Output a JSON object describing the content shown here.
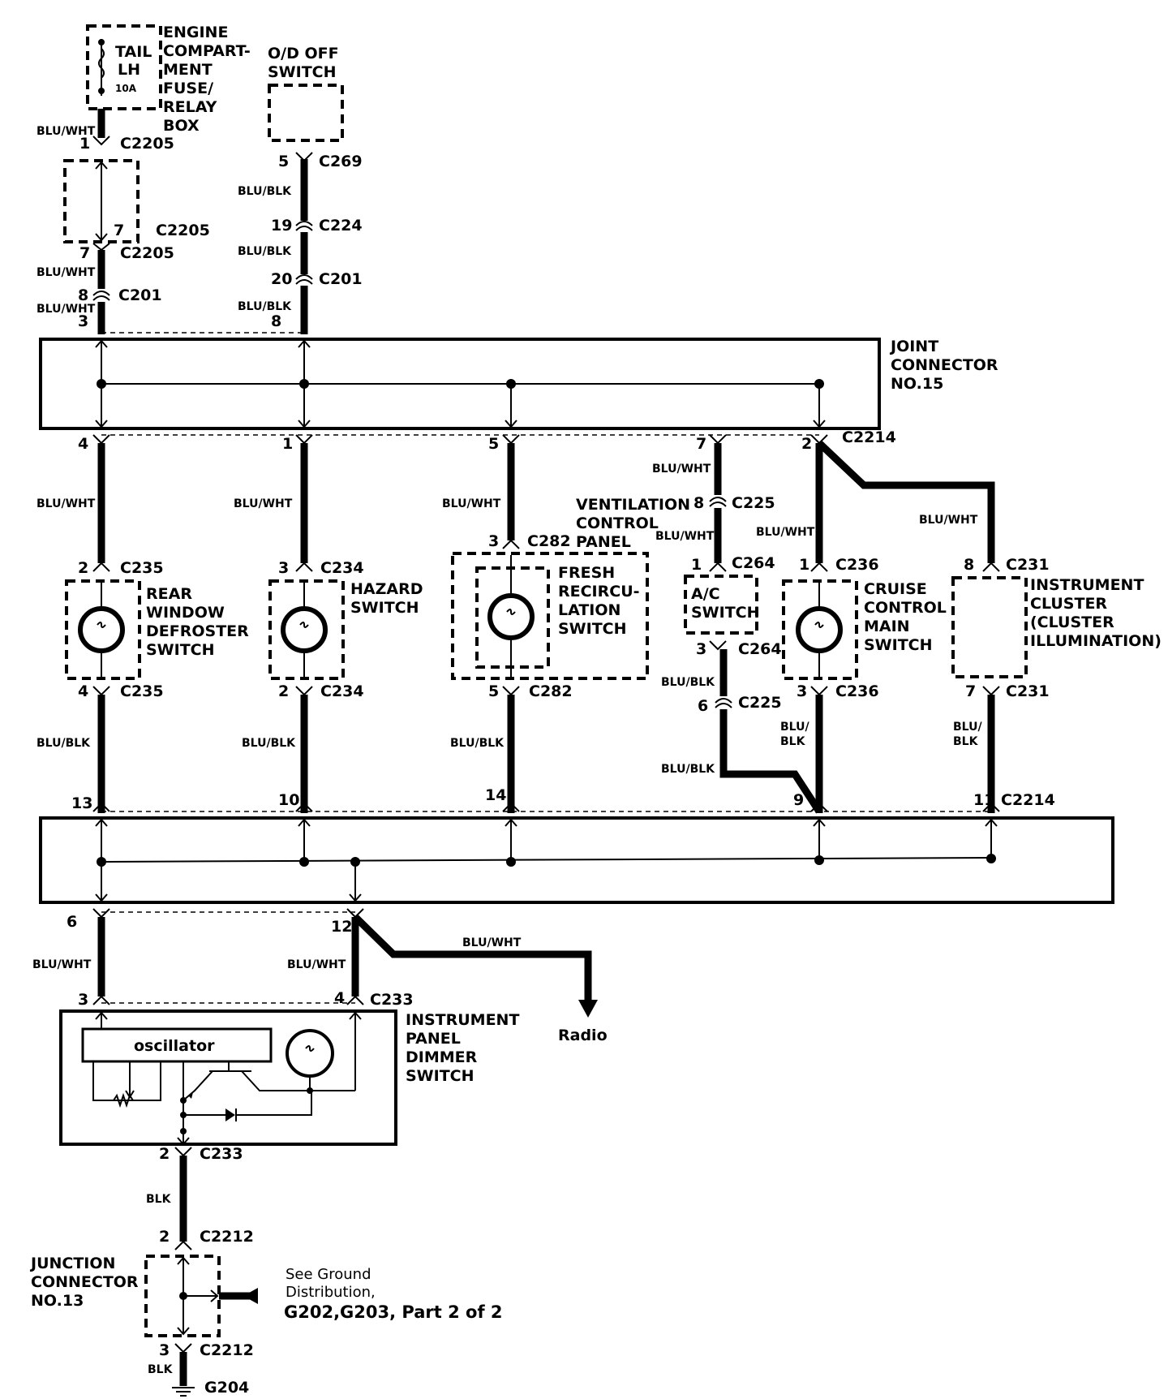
{
  "components": {
    "fuse_box": {
      "fuse_name": "TAIL",
      "fuse_side": "LH",
      "fuse_rating": "10A",
      "title": [
        "ENGINE",
        "COMPART-",
        "MENT",
        "FUSE/",
        "RELAY",
        "BOX"
      ]
    },
    "od_off_switch": {
      "title": [
        "O/D OFF",
        "SWITCH"
      ]
    },
    "joint_connector_15": {
      "title": [
        "JOINT",
        "CONNECTOR",
        "NO.15"
      ]
    },
    "ventilation_panel": {
      "title": [
        "VENTILATION",
        "CONTROL",
        "PANEL"
      ]
    },
    "rear_defroster": {
      "title": [
        "REAR",
        "WINDOW",
        "DEFROSTER",
        "SWITCH"
      ]
    },
    "hazard_switch": {
      "title": [
        "HAZARD",
        "SWITCH"
      ]
    },
    "fresh_recirc": {
      "title": [
        "FRESH",
        "RECIRCU-",
        "LATION",
        "SWITCH"
      ]
    },
    "ac_switch": {
      "title": [
        "A/C",
        "SWITCH"
      ]
    },
    "cruise_switch": {
      "title": [
        "CRUISE",
        "CONTROL",
        "MAIN",
        "SWITCH"
      ]
    },
    "instrument_cluster": {
      "title": [
        "INSTRUMENT",
        "CLUSTER",
        "(CLUSTER",
        "ILLUMINATION)"
      ]
    },
    "dimmer_switch": {
      "title": [
        "INSTRUMENT",
        "PANEL",
        "DIMMER",
        "SWITCH"
      ],
      "oscillator": "oscillator"
    },
    "radio": {
      "label": "Radio"
    },
    "junction_connector_13": {
      "title": [
        "JUNCTION",
        "CONNECTOR",
        "NO.13"
      ]
    },
    "ground_note": {
      "lines": [
        "See Ground",
        "Distribution,"
      ],
      "ref": "G202,G203, Part 2 of 2"
    },
    "ground": {
      "label": "G204"
    }
  },
  "labels": {
    "c2205_top": {
      "pin": "1",
      "conn": "C2205"
    },
    "c2205_mid": {
      "pin": "7",
      "conn": "C2205"
    },
    "c2205_bot": {
      "pin": "7",
      "conn": "C2205"
    },
    "c201_left": {
      "pin": "8",
      "conn": "C201"
    },
    "left_pin3": "3",
    "c269": {
      "pin": "5",
      "conn": "C269"
    },
    "c224": {
      "pin": "19",
      "conn": "C224"
    },
    "c201_right": {
      "pin": "20",
      "conn": "C201"
    },
    "od_pin8": "8",
    "jc15_pins": {
      "p4": "4",
      "p1": "1",
      "p5": "5",
      "p7": "7",
      "p2": "2",
      "conn": "C2214"
    },
    "c225_top": {
      "pin": "8",
      "conn": "C225"
    },
    "c282_top": {
      "pin": "3",
      "conn": "C282"
    },
    "c264_top": {
      "pin": "1",
      "conn": "C264"
    },
    "c235_top": {
      "pin": "2",
      "conn": "C235"
    },
    "c234_top": {
      "pin": "3",
      "conn": "C234"
    },
    "c236_top": {
      "pin": "1",
      "conn": "C236"
    },
    "c231_top": {
      "pin": "8",
      "conn": "C231"
    },
    "c264_bot": {
      "pin": "3",
      "conn": "C264"
    },
    "c235_bot": {
      "pin": "4",
      "conn": "C235"
    },
    "c234_bot": {
      "pin": "2",
      "conn": "C234"
    },
    "c282_bot": {
      "pin": "5",
      "conn": "C282"
    },
    "c236_bot": {
      "pin": "3",
      "conn": "C236"
    },
    "c231_bot": {
      "pin": "7",
      "conn": "C231"
    },
    "c225_bot": {
      "pin": "6",
      "conn": "C225"
    },
    "jc_low_pins": {
      "p13": "13",
      "p10": "10",
      "p14": "14",
      "p9": "9",
      "p11": "11",
      "conn": "C2214"
    },
    "jc_low_bottom": {
      "p6": "6",
      "p12": "12"
    },
    "c233_top": {
      "pin3": "3",
      "pin4": "4",
      "conn": "C233"
    },
    "c233_bot": {
      "pin": "2",
      "conn": "C233"
    },
    "c2212_top": {
      "pin": "2",
      "conn": "C2212"
    },
    "c2212_bot": {
      "pin": "3",
      "conn": "C2212"
    }
  },
  "wires": {
    "blu_wht": "BLU/WHT",
    "blu_blk": "BLU/BLK",
    "blu_blk_split": [
      "BLU/",
      "BLK"
    ],
    "blk": "BLK"
  }
}
